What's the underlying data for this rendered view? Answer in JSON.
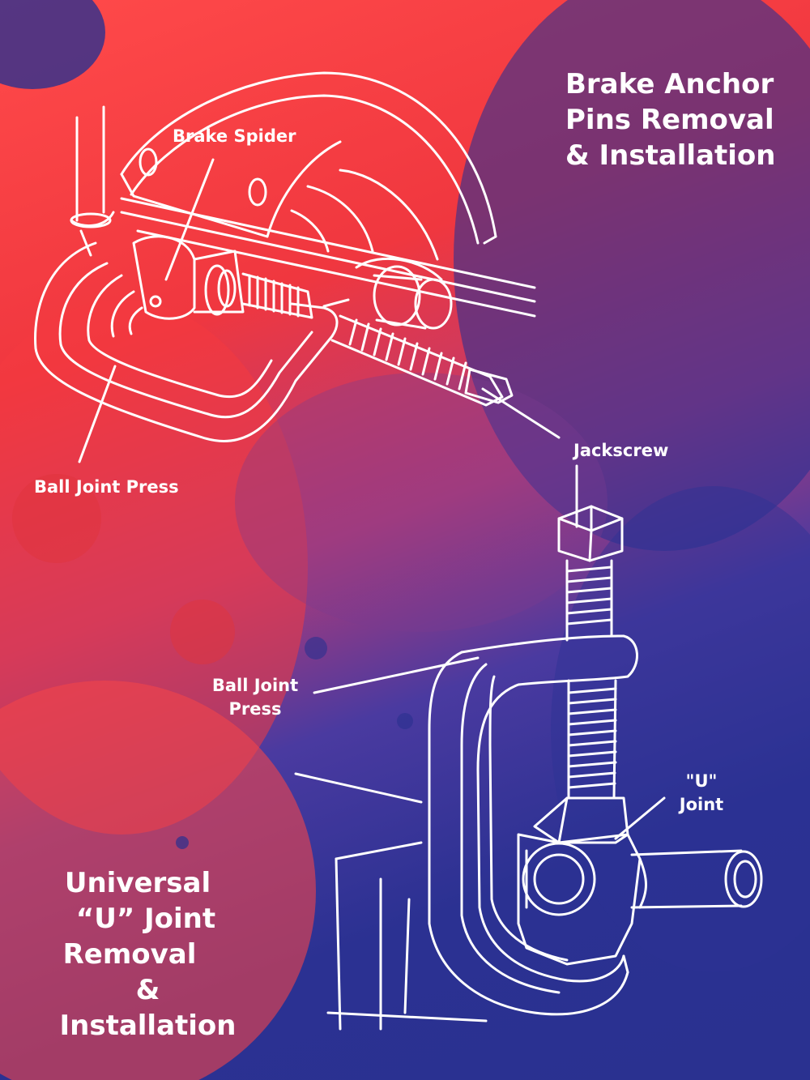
{
  "titles": {
    "top_right": [
      "Brake Anchor",
      "Pins Removal",
      "& Installation"
    ],
    "bottom_left": [
      "Universal",
      "“U” Joint",
      "Removal",
      "& Installation"
    ]
  },
  "callouts": {
    "brake_spider": "Brake Spider",
    "ball_joint_press_top": "Ball Joint Press",
    "jackscrew": "Jackscrew",
    "ball_joint_press_bottom": [
      "Ball Joint",
      "Press"
    ],
    "u_joint": [
      "\"U\"",
      "Joint"
    ]
  },
  "colors": {
    "red": "#f0373f",
    "blue": "#2a3190",
    "line": "#ffffff"
  }
}
